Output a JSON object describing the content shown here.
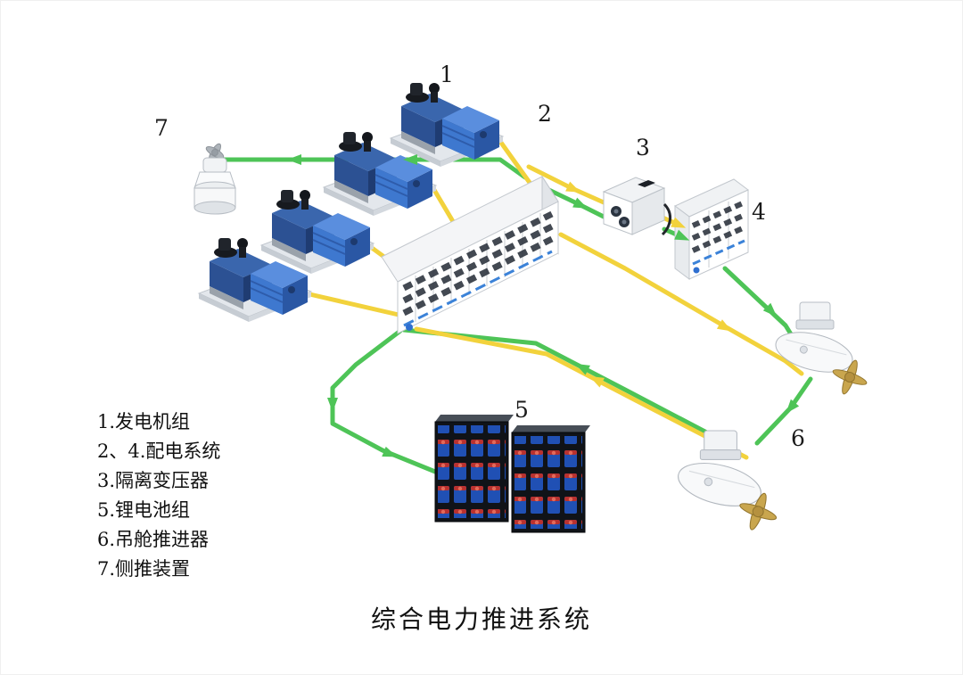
{
  "diagram": {
    "title": "综合电力推进系统",
    "callouts": [
      "1",
      "2",
      "3",
      "4",
      "5",
      "6",
      "7"
    ],
    "legend": {
      "items": [
        "1.发电机组",
        "2、4.配电系统",
        "3.隔离变压器",
        "5.锂电池组",
        "6.吊舱推进器",
        "7.侧推装置"
      ]
    },
    "colors": {
      "cable_yellow": "#f2d23c",
      "cable_green": "#4ec457",
      "engine_blue": "#3e78cf",
      "battery_cell_blue": "#2050b4",
      "propeller_gold": "#c9a64e"
    }
  }
}
